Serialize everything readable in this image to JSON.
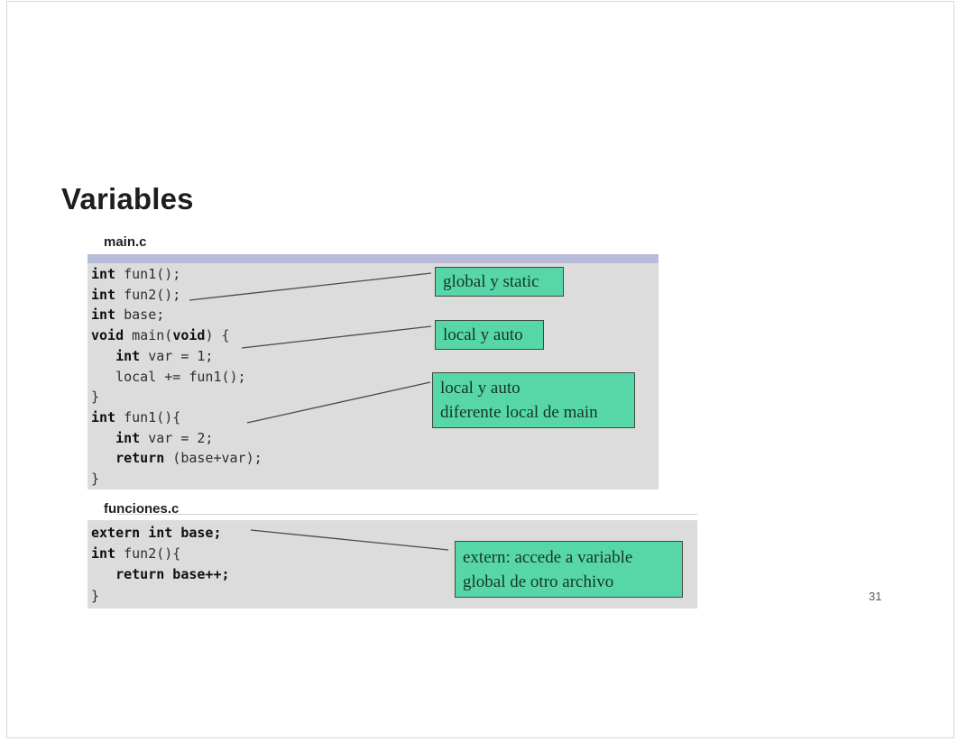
{
  "title": "Variables",
  "page_number": "31",
  "colors": {
    "callout_bg": "#57d7a8",
    "callout_border": "#3e4a46",
    "code_bg": "#dcdcdc",
    "header_strip": "#b6bcda",
    "connector": "#4a4a4a"
  },
  "main_code": {
    "label": "main.c",
    "lines": [
      [
        {
          "t": "int",
          "b": 1
        },
        {
          "t": " fun1();",
          "b": 0
        }
      ],
      [
        {
          "t": "int",
          "b": 1
        },
        {
          "t": " fun2();",
          "b": 0
        }
      ],
      [
        {
          "t": "int",
          "b": 1
        },
        {
          "t": " base;",
          "b": 0
        }
      ],
      [
        {
          "t": "void",
          "b": 1
        },
        {
          "t": " main(",
          "b": 0
        },
        {
          "t": "void",
          "b": 1
        },
        {
          "t": ") {",
          "b": 0
        }
      ],
      [
        {
          "t": "   ",
          "b": 0
        },
        {
          "t": "int",
          "b": 1
        },
        {
          "t": " var = 1;",
          "b": 0
        }
      ],
      [
        {
          "t": "   local += fun1();",
          "b": 0
        }
      ],
      [
        {
          "t": "}",
          "b": 0
        }
      ],
      [
        {
          "t": "int",
          "b": 1
        },
        {
          "t": " fun1(){",
          "b": 0
        }
      ],
      [
        {
          "t": "   ",
          "b": 0
        },
        {
          "t": "int",
          "b": 1
        },
        {
          "t": " var = 2;",
          "b": 0
        }
      ],
      [
        {
          "t": "   ",
          "b": 0
        },
        {
          "t": "return",
          "b": 1
        },
        {
          "t": " (base+var);",
          "b": 0
        }
      ],
      [
        {
          "t": "}",
          "b": 0
        }
      ]
    ]
  },
  "funciones_code": {
    "label": "funciones.c",
    "lines": [
      [
        {
          "t": "extern int base;",
          "b": 1
        }
      ],
      [
        {
          "t": "int",
          "b": 1
        },
        {
          "t": " fun2(){",
          "b": 0
        }
      ],
      [
        {
          "t": "   ",
          "b": 0
        },
        {
          "t": "return base++;",
          "b": 1
        }
      ],
      [
        {
          "t": "}",
          "b": 0
        }
      ]
    ]
  },
  "callouts": [
    {
      "name": "global-static",
      "lines": [
        "global y static"
      ]
    },
    {
      "name": "local-auto",
      "lines": [
        "local y auto"
      ]
    },
    {
      "name": "local-auto-diferente",
      "lines": [
        "local y auto",
        "diferente local de main"
      ]
    },
    {
      "name": "extern-note",
      "lines": [
        "extern: accede a variable",
        "global de otro archivo"
      ]
    }
  ]
}
